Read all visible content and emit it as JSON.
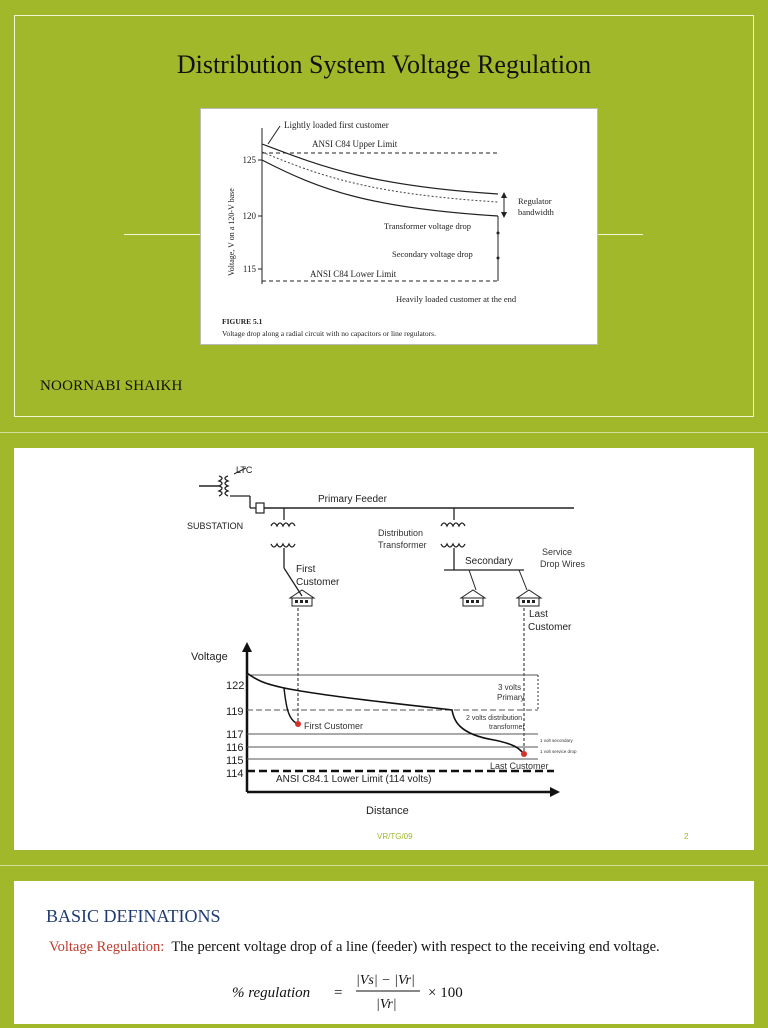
{
  "slide1": {
    "title": "Distribution System Voltage Regulation",
    "author": "NOORNABI SHAIKH",
    "figure": {
      "ylabel": "Voltage, V on a 120-V base",
      "ticks": [
        "125",
        "120",
        "115"
      ],
      "labels": {
        "lightly": "Lightly loaded first customer",
        "upper": "ANSI C84 Upper Limit",
        "regulator1": "Regulator",
        "regulator2": "bandwidth",
        "transformer": "Transformer voltage drop",
        "secondary": "Secondary voltage drop",
        "lower": "ANSI C84 Lower Limit",
        "heavily": "Heavily loaded customer at the end"
      },
      "caption_title": "FIGURE 5.1",
      "caption_text": "Voltage drop along a radial circuit with no capacitors or line regulators."
    }
  },
  "slide2": {
    "labels": {
      "ltc": "LTC",
      "substation": "SUBSTATION",
      "primary_feeder": "Primary Feeder",
      "dist1": "Distribution",
      "dist2": "Transformer",
      "secondary": "Secondary",
      "service1": "Service",
      "service2": "Drop Wires",
      "first1": "First",
      "first2": "Customer",
      "last1": "Last",
      "last2": "Customer",
      "voltage": "Voltage",
      "distance": "Distance",
      "first_customer": "First Customer",
      "last_customer": "Last Customer",
      "ansi": "ANSI C84.1 Lower Limit (114 volts)",
      "primary3a": "3 volts",
      "primary3b": "Primary",
      "dist2a": "2 volts distribution",
      "dist2b": "transformer",
      "sec1": "1 volt secondary",
      "svc1": "1 volt service drop"
    },
    "ticks": [
      "122",
      "119",
      "117",
      "116",
      "115",
      "114"
    ],
    "footer_left": "VR/TG/09",
    "footer_right": "2"
  },
  "slide3": {
    "heading": "BASIC DEFINATIONS",
    "term": "Voltage Regulation",
    "definition": "The percent voltage drop of a line (feeder) with respect to the receiving end voltage.",
    "formula": {
      "lhs": "% regulation",
      "eq": "=",
      "numerator": "|Vs| − |Vr|",
      "denominator": "|Vr|",
      "times": "× 100"
    }
  }
}
